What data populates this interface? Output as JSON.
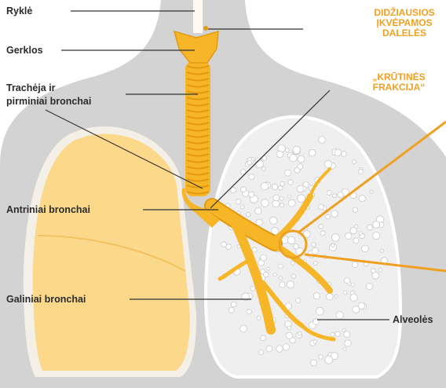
{
  "labels": {
    "rykle": "Ryklė",
    "gerklos": "Gerklos",
    "tracheja_line1": "Trachėja ir",
    "tracheja_line2": "pirminiai bronchai",
    "antriniai": "Antriniai bronchai",
    "galiniai": "Galiniai bronchai",
    "alveoles": "Alveolės"
  },
  "orange_labels": {
    "didziausios_line1": "DIDŽIAUSIOS",
    "didziausios_line2": "ĮKVĖPAMOS",
    "didziausios_line3": "DALELĖS",
    "krutines_line1": "„KRŪTINĖS",
    "krutines_line2": "FRAKCIJA“"
  },
  "colors": {
    "background": "#ffffff",
    "body_silhouette": "#d3d3d3",
    "lung_fill": "#fcd98a",
    "lung_edge": "#f4f0e8",
    "lung_outline_right": "#f2f2f2",
    "airway": "#f7b627",
    "airway_shadow": "#e39a10",
    "accent_orange": "#f0a020",
    "label_text": "#2b2b2b",
    "alveoli": "#ffffff"
  }
}
